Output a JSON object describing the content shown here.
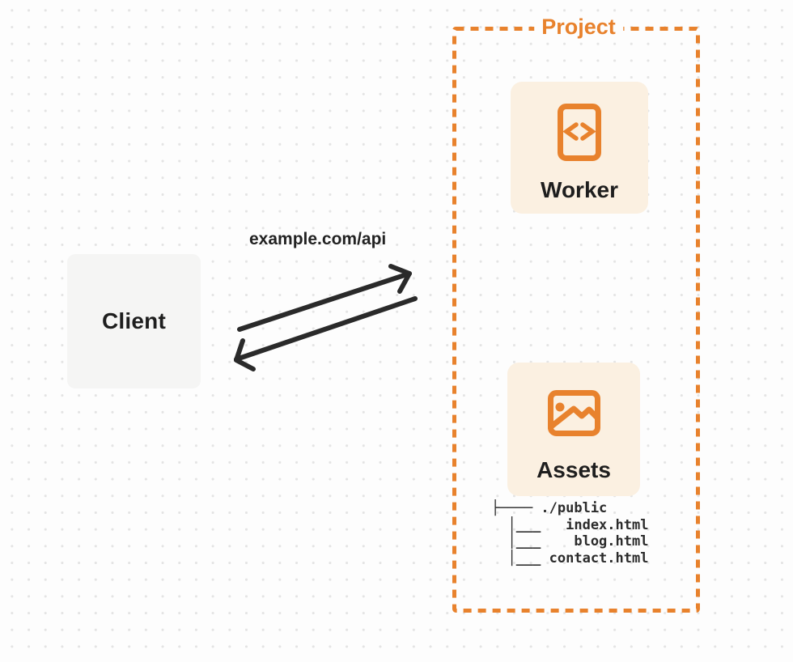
{
  "page": {
    "background_color": "#FDFDFD",
    "dot_color": "#E4E4E4"
  },
  "client": {
    "label": "Client"
  },
  "connection": {
    "label": "example.com/api",
    "direction": "bidirectional",
    "arrow_color": "#2A2A2A"
  },
  "project": {
    "title": "Project",
    "accent_color": "#E8822D",
    "card_background": "#FBF0E1",
    "nodes": [
      {
        "label": "Worker",
        "icon": "code-file-icon"
      },
      {
        "label": "Assets",
        "icon": "image-icon"
      }
    ],
    "file_tree": {
      "root": "./public",
      "files": [
        "index.html",
        "blog.html",
        "contact.html"
      ],
      "ascii": "├──── ./public\n  │___   index.html\n  │___    blog.html\n  │___ contact.html"
    }
  }
}
